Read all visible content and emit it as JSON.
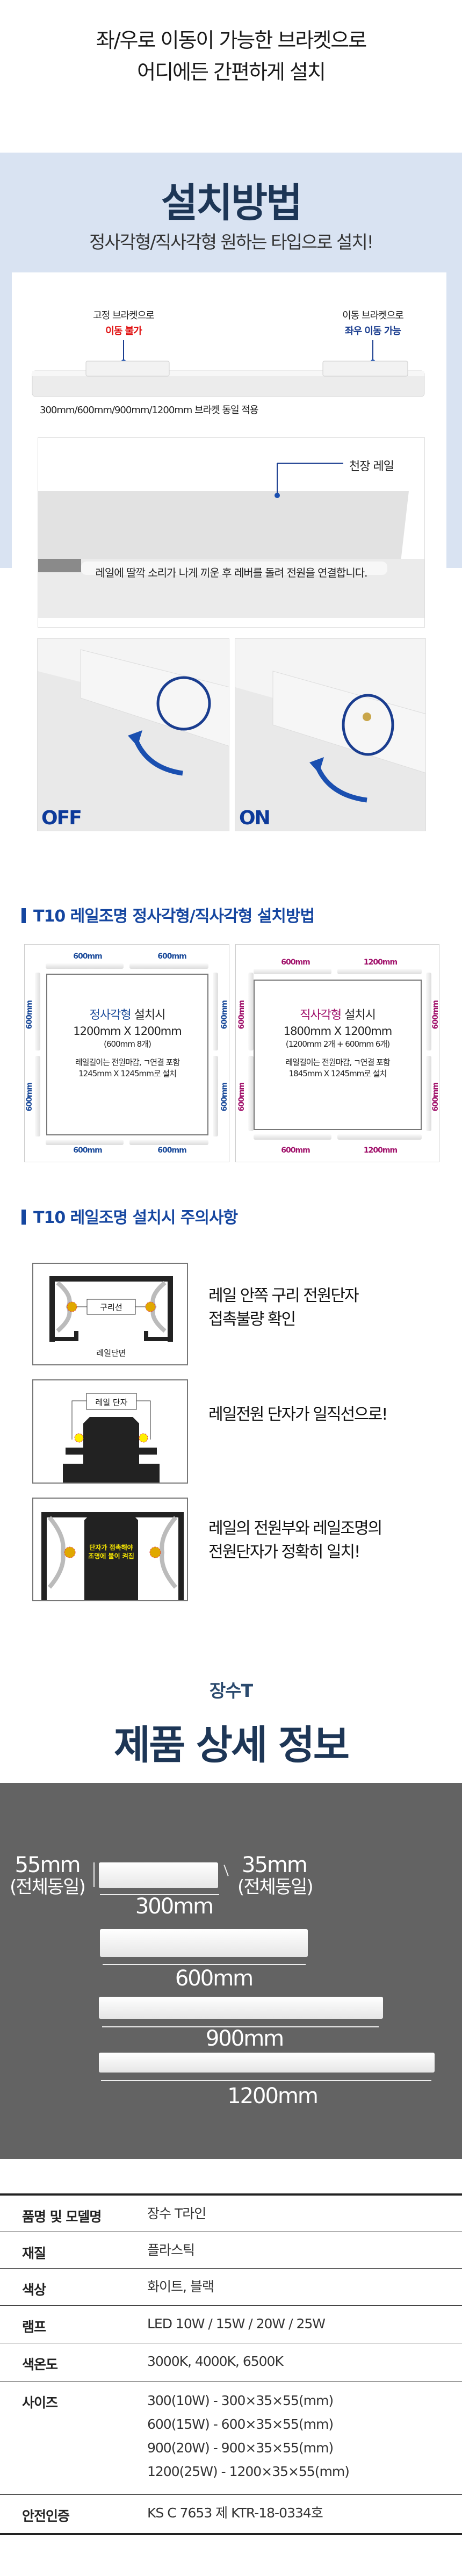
{
  "hero": {
    "line1": "좌/우로 이동이 가능한 브라켓으로",
    "line2": "어디에든 간편하게 설치"
  },
  "install": {
    "title": "설치방법",
    "subtitle": "정사각형/직사각형 원하는 타입으로 설치!",
    "fixed_label": "고정 브라켓으로",
    "fixed_note": "이동 불가",
    "move_label": "이동 브라켓으로",
    "move_note": "좌우 이동 가능",
    "caption": "300mm/600mm/900mm/1200mm 브라켓 동일 적용",
    "ceiling_label": "천장 레일",
    "ceiling_caption": "레일에 딸깍 소리가 나게 끼운 후 레버를 돌려 전원을 연결합니다.",
    "off_label": "OFF",
    "on_label": "ON"
  },
  "layout_section": {
    "title": "T10 레일조명 정사각형/직사각형 설치방법",
    "square": {
      "type": "정사각형",
      "suffix": " 설치시",
      "size": "1200mm X 1200mm",
      "count": "(600mm 8개)",
      "note1": "레일길이는 전원마감, ㄱ연결 포함",
      "note2": "1245mm X 1245mm로 설치",
      "top": [
        "600mm",
        "600mm"
      ],
      "bottom": [
        "600mm",
        "600mm"
      ],
      "side": "600mm"
    },
    "rect": {
      "type": "직사각형",
      "suffix": " 설치시",
      "size": "1800mm X 1200mm",
      "count": "(1200mm 2개 + 600mm 6개)",
      "note1": "레일길이는 전원마감, ㄱ연결 포함",
      "note2": "1845mm X 1245mm로 설치",
      "top": [
        "600mm",
        "1200mm"
      ],
      "bottom": [
        "600mm",
        "1200mm"
      ],
      "side": "600mm"
    }
  },
  "caution": {
    "title": "T10 레일조명 설치시 주의사항",
    "items": [
      {
        "text1": "레일 안쪽 구리 전원단자",
        "text2": "접촉불량 확인",
        "tag": "구리선",
        "caption": "레일단면"
      },
      {
        "text1": "레일전원 단자가 일직선으로!",
        "text2": "",
        "tag": "레일 단자"
      },
      {
        "text1": "레일의 전원부와 레일조명의",
        "text2": "전원단자가 정확히 일치!",
        "tag1": "단자가 접촉해야",
        "tag2": "조명에 불이 켜짐"
      }
    ]
  },
  "detail": {
    "brand": "장수T",
    "title": "제품 상세 정보",
    "height": "55mm",
    "height_note": "(전체동일)",
    "depth": "35mm",
    "depth_note": "(전체동일)",
    "lengths": [
      "300mm",
      "600mm",
      "900mm",
      "1200mm"
    ]
  },
  "specs": [
    {
      "label": "품명 및 모델명",
      "value": [
        "장수 T라인"
      ]
    },
    {
      "label": "재질",
      "value": [
        "플라스틱"
      ]
    },
    {
      "label": "색상",
      "value": [
        "화이트, 블랙"
      ]
    },
    {
      "label": "램프",
      "value": [
        "LED 10W / 15W / 20W / 25W"
      ]
    },
    {
      "label": "색온도",
      "value": [
        "3000K, 4000K, 6500K"
      ]
    },
    {
      "label": "사이즈",
      "value": [
        "300(10W) - 300×35×55(mm)",
        "600(15W) - 600×35×55(mm)",
        "900(20W) - 900×35×55(mm)",
        "1200(25W) - 1200×35×55(mm)"
      ]
    },
    {
      "label": "안전인증",
      "value": [
        "KS C 7653 제 KTR-18-0334호"
      ]
    }
  ],
  "colors": {
    "section_bg": "#d9e3f2",
    "accent_blue": "#1546a0",
    "accent_red": "#e01010",
    "accent_magenta": "#a0106a",
    "title_navy": "#1d3656",
    "detail_bg": "#636363"
  }
}
